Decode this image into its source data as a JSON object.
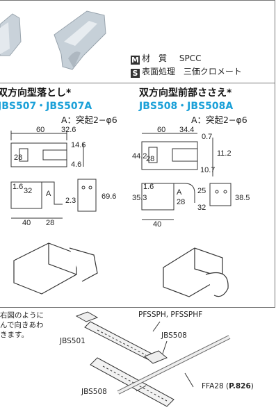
{
  "spec": {
    "material_mark": "M",
    "material_label": "材　質",
    "material_value": "SPCC",
    "surface_mark": "S",
    "surface_label": "表面処理",
    "surface_value": "三価クロメート"
  },
  "products": [
    {
      "title": "双方向型落とし*",
      "codes": "JBS507・JBS507A",
      "note": "A：突起2−φ6",
      "dims": [
        "60",
        "32.6",
        "14.6",
        "28",
        "4.6",
        "1.6",
        "32",
        "A",
        "2.3",
        "69.6",
        "40",
        "28"
      ]
    },
    {
      "title": "双方向型前部ささえ*",
      "codes": "JBS508・JBS508A",
      "note": "A：突起2−φ6",
      "dims": [
        "60",
        "34.4",
        "0.7",
        "44.2",
        "28",
        "11.2",
        "10.7",
        "1.6",
        "35.3",
        "A",
        "28",
        "25",
        "32",
        "38.5",
        "40"
      ]
    }
  ],
  "bottom": {
    "text_lines": [
      "右図のように",
      "んで向きあわ",
      "きます。"
    ],
    "labels": {
      "pfsp": "PFSSPH, PFSSPHF",
      "jbs501": "JBS501",
      "jbs508_a": "JBS508",
      "jbs508_b": "JBS508",
      "ffa_prefix": "FFA28 (",
      "ffa_page": "P.826",
      "ffa_suffix": ")"
    }
  },
  "colors": {
    "accent": "#1aa0d8",
    "part_fill": "#cdd5dc",
    "part_stroke": "#555555"
  }
}
